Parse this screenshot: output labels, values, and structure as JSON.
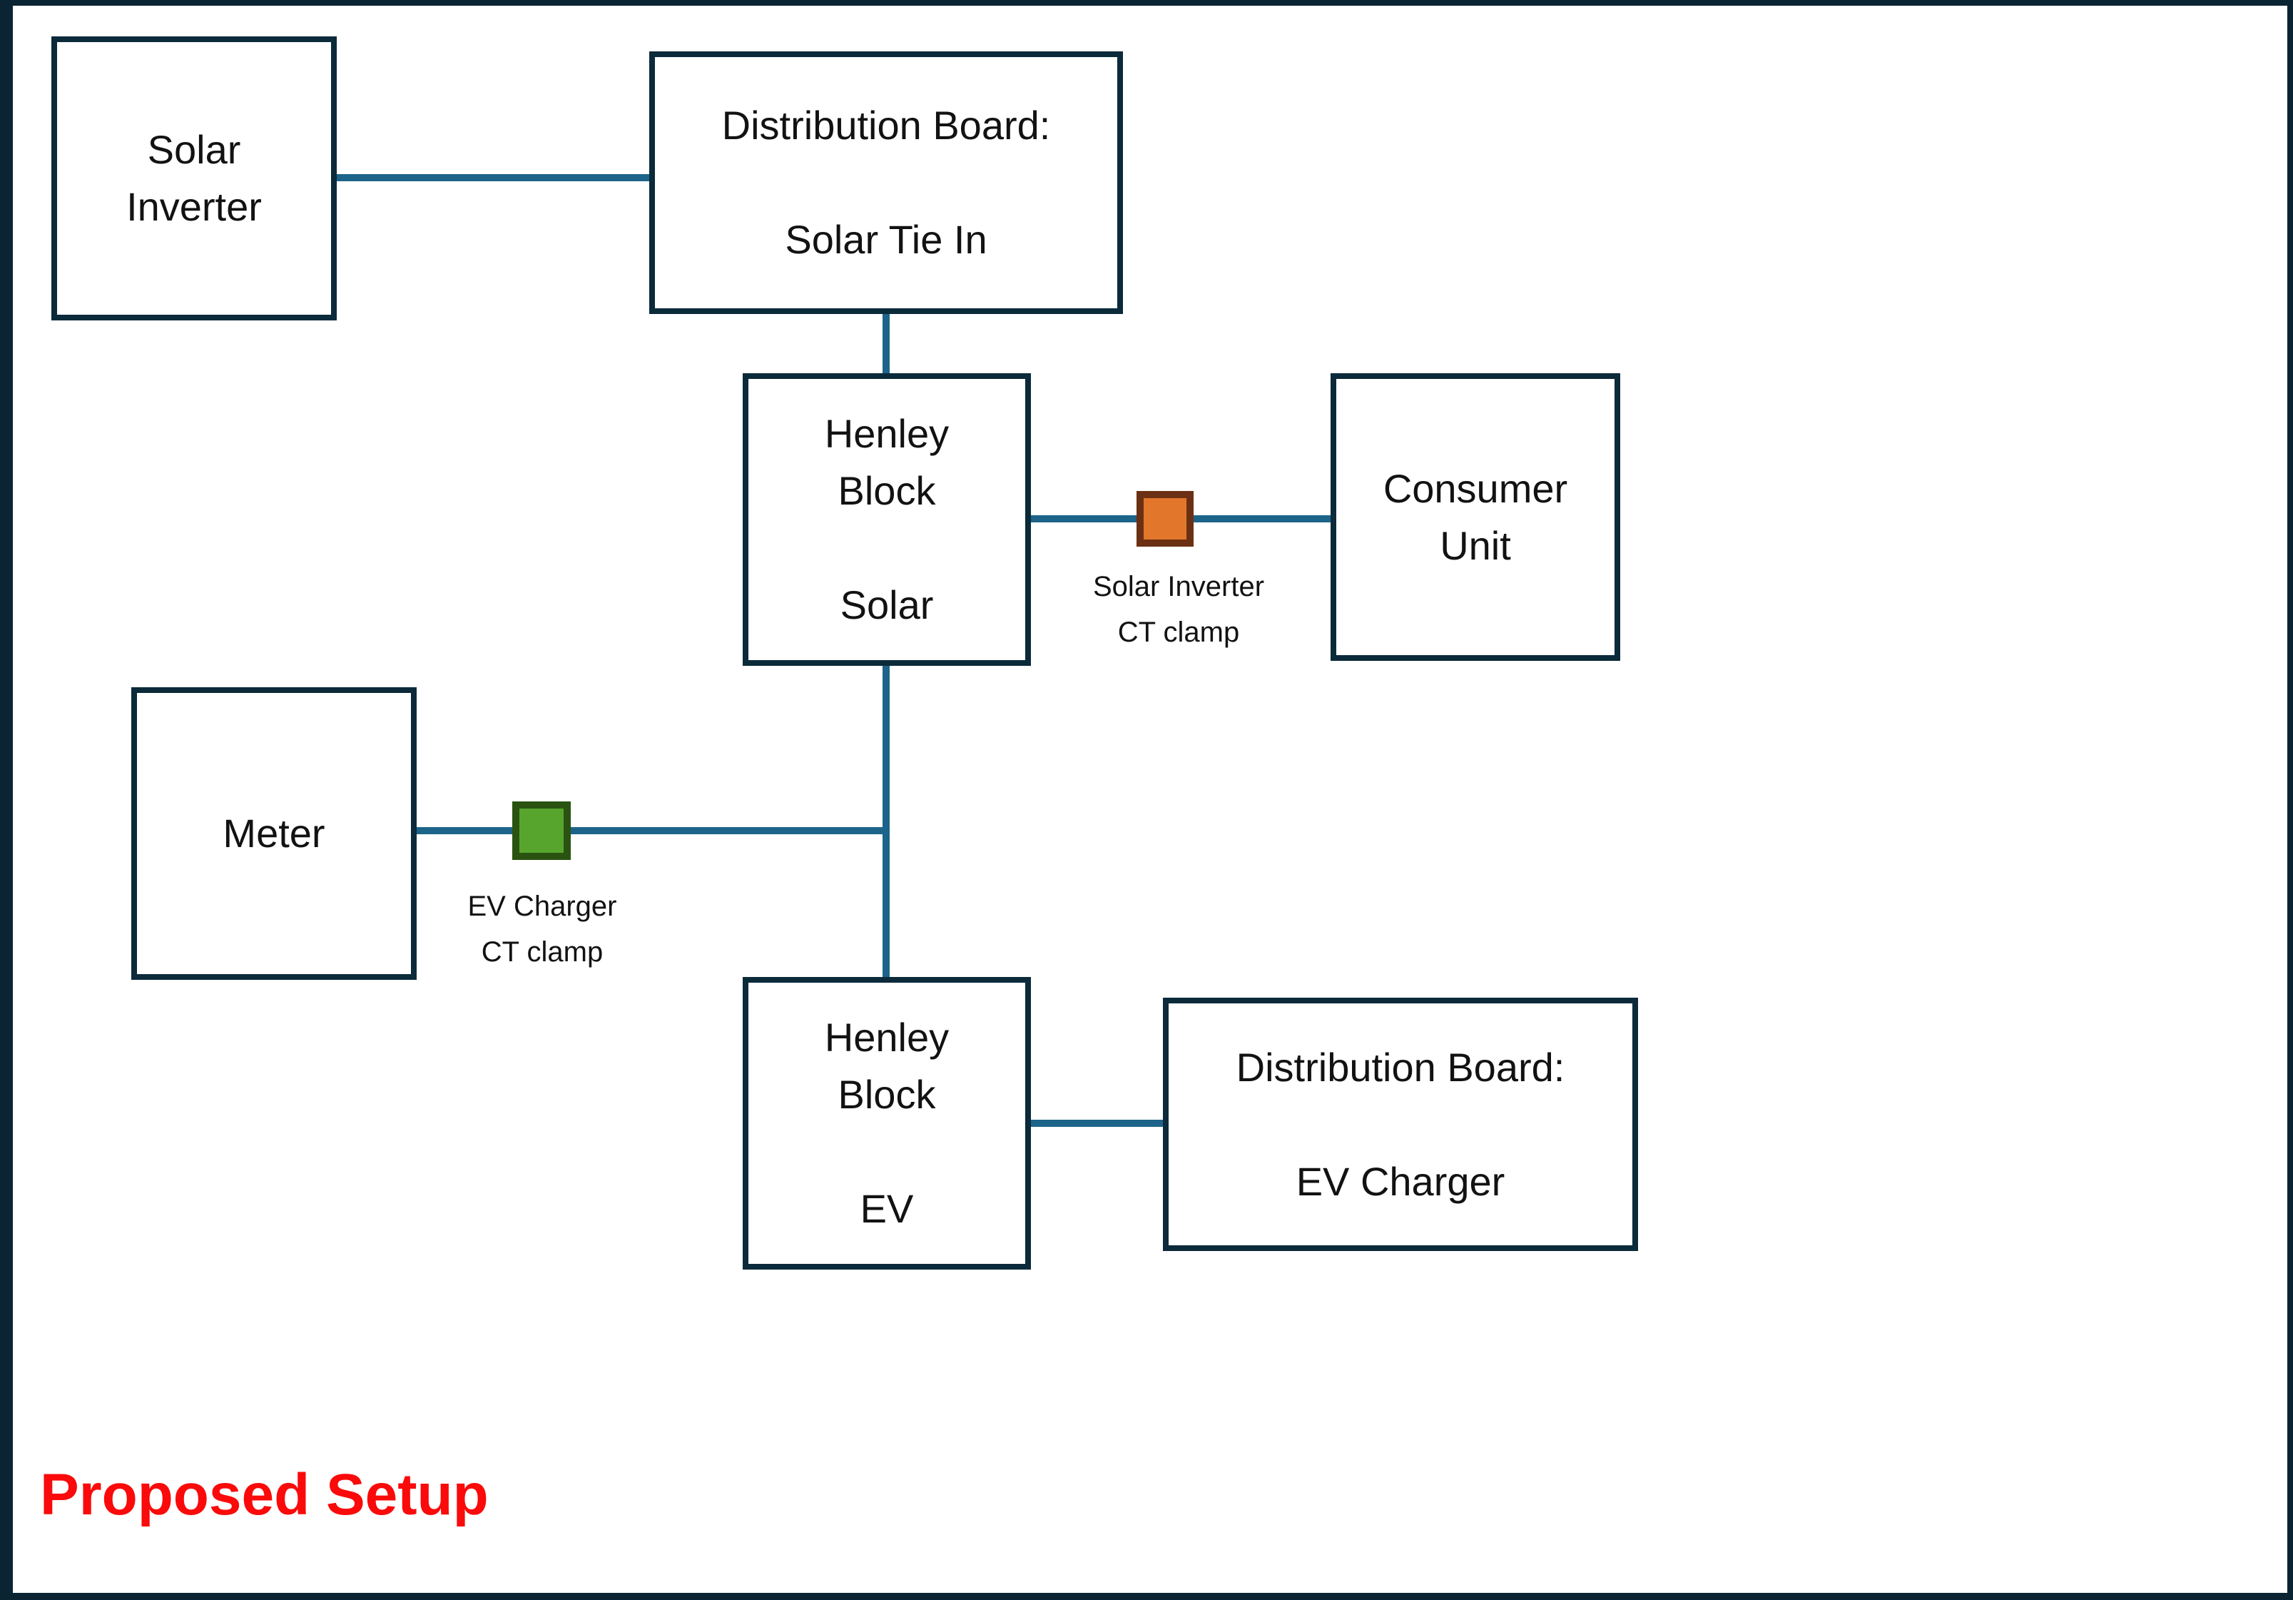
{
  "diagram": {
    "title": "Proposed Setup",
    "nodes": {
      "solar_inverter": "Solar\nInverter",
      "db_solar": "Distribution Board:\n\nSolar Tie In",
      "henley_solar": "Henley\nBlock\n\nSolar",
      "consumer_unit": "Consumer\nUnit",
      "meter": "Meter",
      "henley_ev": "Henley\nBlock\n\nEV",
      "db_ev": "Distribution Board:\n\nEV Charger"
    },
    "labels": {
      "solar_ct": "Solar Inverter\nCT clamp",
      "ev_ct": "EV Charger\nCT clamp"
    },
    "colors": {
      "box_border": "#0b2a3a",
      "outer_frame": "#0a2433",
      "connector": "#1d648a",
      "solar_ct_clamp_fill": "#e2772c",
      "solar_ct_clamp_border": "#6b3013",
      "ev_ct_clamp_fill": "#57a52d",
      "ev_ct_clamp_border": "#2a5312",
      "title": "#fa0a0a",
      "text": "#121212"
    }
  }
}
